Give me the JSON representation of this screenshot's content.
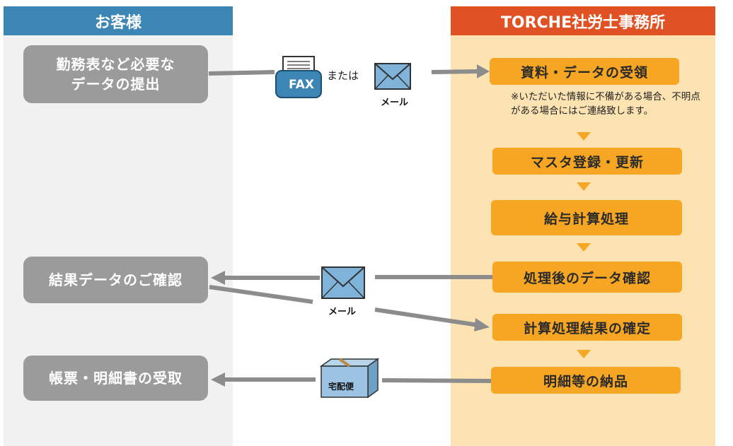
{
  "headers": {
    "client": "お客様",
    "office": "TORCHE社労士事務所"
  },
  "client_steps": [
    {
      "line1": "勤務表など必要な",
      "line2": "データの提出"
    },
    {
      "label": "結果データのご確認"
    },
    {
      "label": "帳票・明細書の受取"
    }
  ],
  "office_steps": [
    "資料・データの受領",
    "マスタ登録・更新",
    "給与計算処理",
    "処理後のデータ確認",
    "計算処理結果の確定",
    "明細等の納品"
  ],
  "note": "※いただいた情報に不備がある場合、不明点がある場合にはご連絡致します。",
  "channels": {
    "fax_label": "FAX",
    "or_label": "または",
    "mail_label_1": "メール",
    "mail_label_2": "メール",
    "delivery_label": "宅配便"
  },
  "colors": {
    "client_header": "#3b86b5",
    "office_header": "#e05224",
    "client_box": "#9b9b9b",
    "office_box": "#f6a623",
    "office_bg": "#fde3b2",
    "arrow": "#8c8c8c"
  },
  "icons": [
    "fax-icon",
    "mail-icon",
    "parcel-icon",
    "down-triangle-icon"
  ]
}
